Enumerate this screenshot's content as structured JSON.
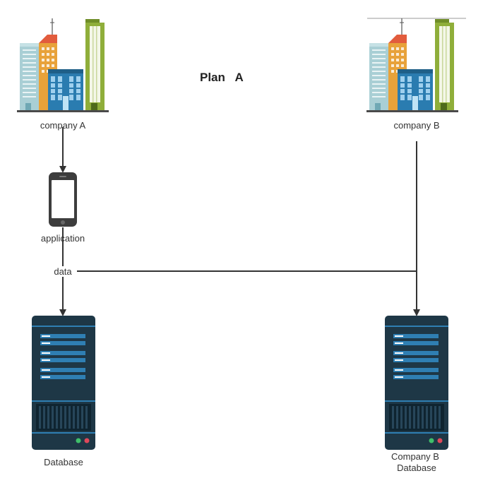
{
  "diagram": {
    "title": "Plan   A",
    "nodes": {
      "company_a": {
        "label": "company A",
        "icon": "city-buildings-icon"
      },
      "company_b": {
        "label": "company B",
        "icon": "city-buildings-icon"
      },
      "application": {
        "label": "application",
        "icon": "smartphone-icon"
      },
      "database": {
        "label": "Database",
        "icon": "server-icon"
      },
      "company_b_database": {
        "label_line1": "Company B",
        "label_line2": "Database",
        "icon": "server-icon"
      }
    },
    "edges": {
      "data_label": "data"
    }
  },
  "colors": {
    "line": "#333333",
    "server_body": "#1e3746",
    "server_stripe": "#2f7fb3",
    "tower_green": "#8fae3a",
    "tower_blue": "#2a7cb0",
    "tower_orange": "#e8a23a",
    "roof_red": "#e25c3d",
    "tower_teal": "#a9cfd5"
  }
}
